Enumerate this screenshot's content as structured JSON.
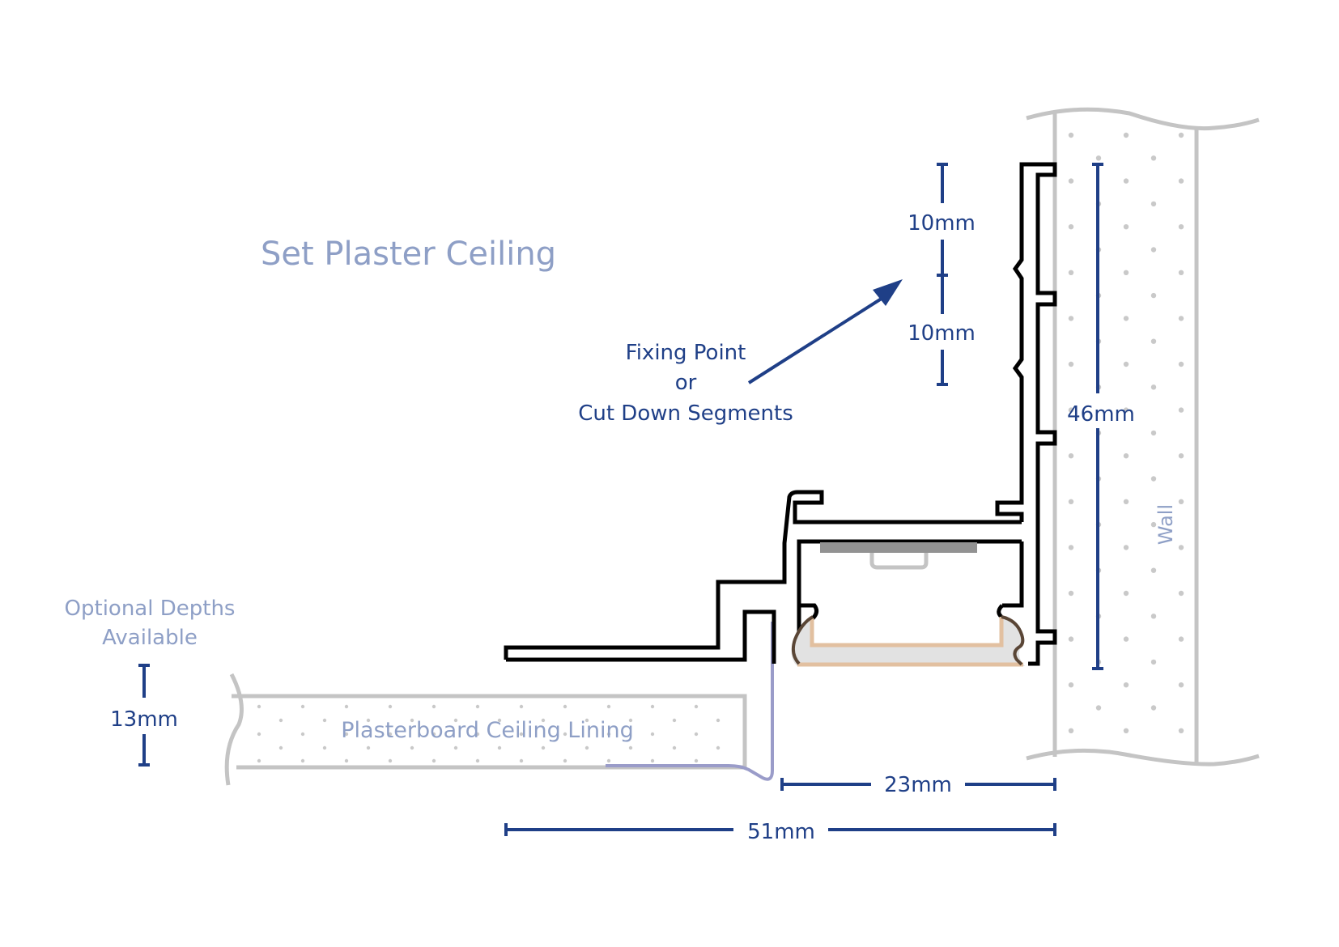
{
  "title": "Set Plaster Ceiling",
  "labels": {
    "fixing_point_line1": "Fixing Point",
    "fixing_point_line2": "or",
    "fixing_point_line3": "Cut Down Segments",
    "optional_depths_line1": "Optional Depths",
    "optional_depths_line2": "Available",
    "plasterboard": "Plasterboard Ceiling Lining",
    "wall": "Wall"
  },
  "dimensions": {
    "segment_upper": "10mm",
    "segment_lower": "10mm",
    "profile_height": "46mm",
    "plasterboard_depth": "13mm",
    "channel_width": "23mm",
    "overall_width": "51mm"
  },
  "colors": {
    "title_light": "#8e9fc6",
    "dimension_dark": "#1f3f87",
    "profile_stroke": "#000000",
    "material_outline": "#c4c4c4",
    "diffuser_fill": "#e2e2e2",
    "diffuser_edge": "#e2c0a0",
    "end_cap": "#5a4636",
    "led_strip": "#929292",
    "ceiling_edge_tape": "#9a9cc9"
  }
}
